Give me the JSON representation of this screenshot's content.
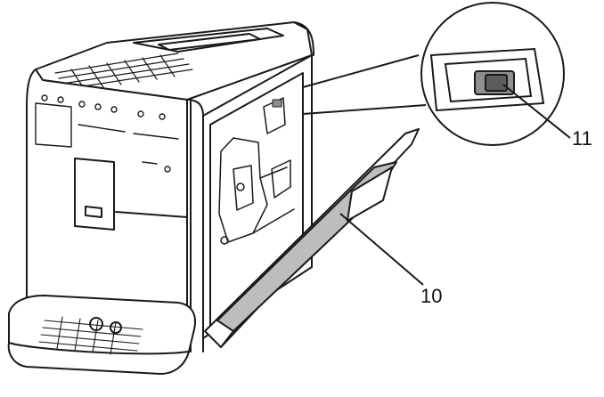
{
  "figure": {
    "subject": "coffee-machine-side-panel-open",
    "colors": {
      "line": "#1a1a1a",
      "panel_fill": "#bdbdbd",
      "slot_fill": "#8f8f8f",
      "background": "#ffffff"
    }
  },
  "callouts": [
    {
      "id": "brewing-unit-release-button",
      "label": "11"
    },
    {
      "id": "side-service-door",
      "label": "10"
    }
  ]
}
